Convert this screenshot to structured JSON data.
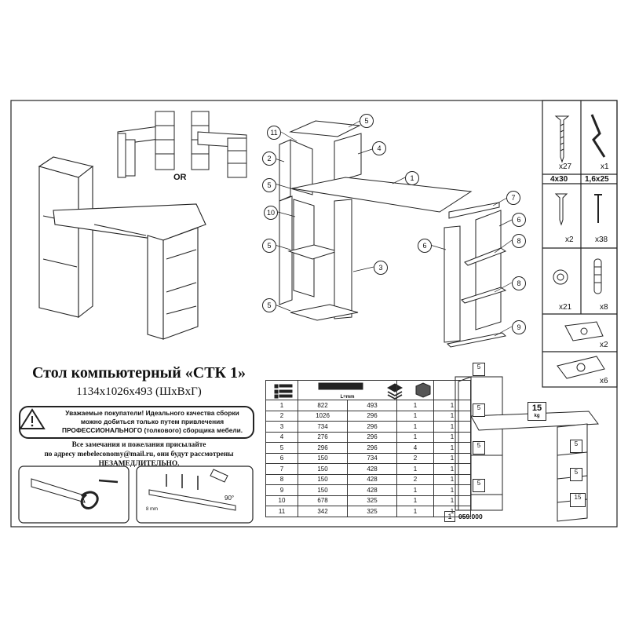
{
  "variant_label": "OR",
  "product": {
    "title": "Стол компьютерный «СТК 1»",
    "dimensions": "1134x1026x493 (ШxВxГ)"
  },
  "warning": {
    "lines": [
      "Уважаемые покупатели! Идеального качества сборки",
      "можно добиться только путем привлечения",
      "ПРОФЕССИОНАЛЬНОГО (толкового) сборщика мебели."
    ]
  },
  "note": {
    "lines": [
      "Все замечания и пожелания присылайте",
      "по адресу mebeleconomy@mail.ru, они будут рассмотрены",
      "НЕЗАМЕДЛИТЕЛЬНО."
    ]
  },
  "parts_table": {
    "length_label": "L=mm",
    "rows": [
      [
        "1",
        "822",
        "493",
        "1",
        "1"
      ],
      [
        "2",
        "1026",
        "296",
        "1",
        "1"
      ],
      [
        "3",
        "734",
        "296",
        "1",
        "1"
      ],
      [
        "4",
        "276",
        "296",
        "1",
        "1"
      ],
      [
        "5",
        "296",
        "296",
        "4",
        "1"
      ],
      [
        "6",
        "150",
        "734",
        "2",
        "1"
      ],
      [
        "7",
        "150",
        "428",
        "1",
        "1"
      ],
      [
        "8",
        "150",
        "428",
        "2",
        "1"
      ],
      [
        "9",
        "150",
        "428",
        "1",
        "1"
      ],
      [
        "10",
        "678",
        "325",
        "1",
        "1"
      ],
      [
        "11",
        "342",
        "325",
        "1",
        "1"
      ]
    ]
  },
  "hardware": {
    "screw_qty": "x27",
    "handle_qty": "x1",
    "screw_size": "4x30",
    "nail_size": "1,6x25",
    "small_screw_qty": "x2",
    "nail_qty": "x38",
    "cap_qty": "x21",
    "dowel_qty": "x8",
    "bracket_qty": "x2",
    "slider_qty": "x6"
  },
  "assembly_callouts": [
    "11",
    "5",
    "4",
    "2",
    "1",
    "5",
    "7",
    "10",
    "6",
    "5",
    "8",
    "6",
    "3",
    "8",
    "5",
    "9"
  ],
  "load_labels": {
    "shelf_weight": "5",
    "desk_weight": "15",
    "unit": "kg"
  },
  "install_tips": {
    "angle": "90°",
    "gap": "8 mm"
  },
  "sheet_number": "1",
  "document_number": "059.000"
}
